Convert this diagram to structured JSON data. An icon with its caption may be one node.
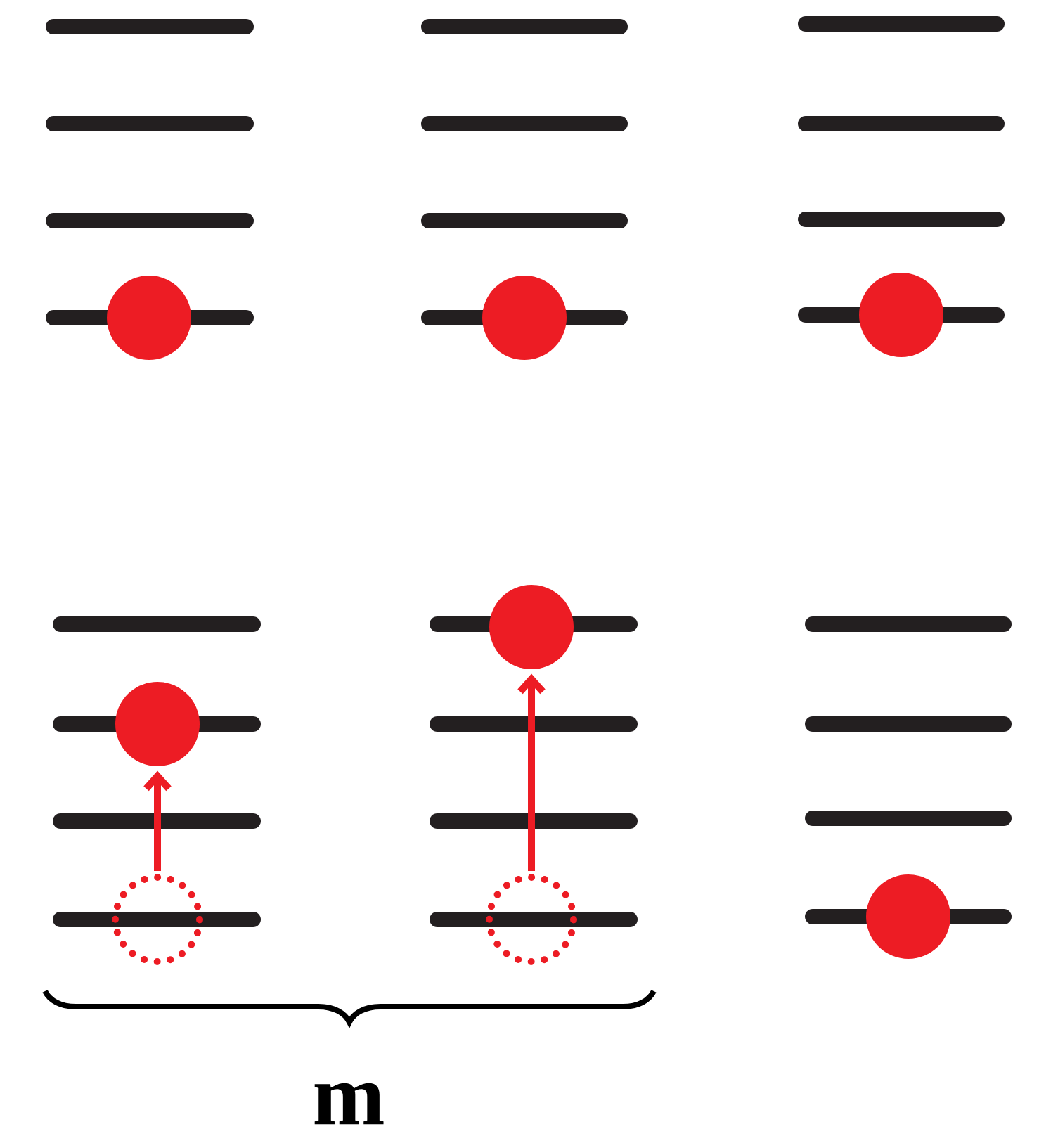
{
  "diagram": {
    "nodes": [
      {
        "text": [],
        "shape": "circle"
      },
      {
        "text": [],
        "shape": "circle"
      },
      {
        "text": [],
        "shape": "circle"
      },
      {
        "text": [],
        "shape": "circle"
      },
      {
        "text": [],
        "shape": "circle"
      },
      {
        "text": [],
        "shape": "circle"
      },
      {
        "text": [],
        "shape": "circle"
      },
      {
        "text": [],
        "shape": "circle"
      }
    ],
    "edges": [
      {
        "from": 4,
        "to": 3,
        "arrow": "to"
      },
      {
        "from": 6,
        "to": 5,
        "arrow": "to"
      }
    ],
    "labels": [
      "m"
    ]
  }
}
